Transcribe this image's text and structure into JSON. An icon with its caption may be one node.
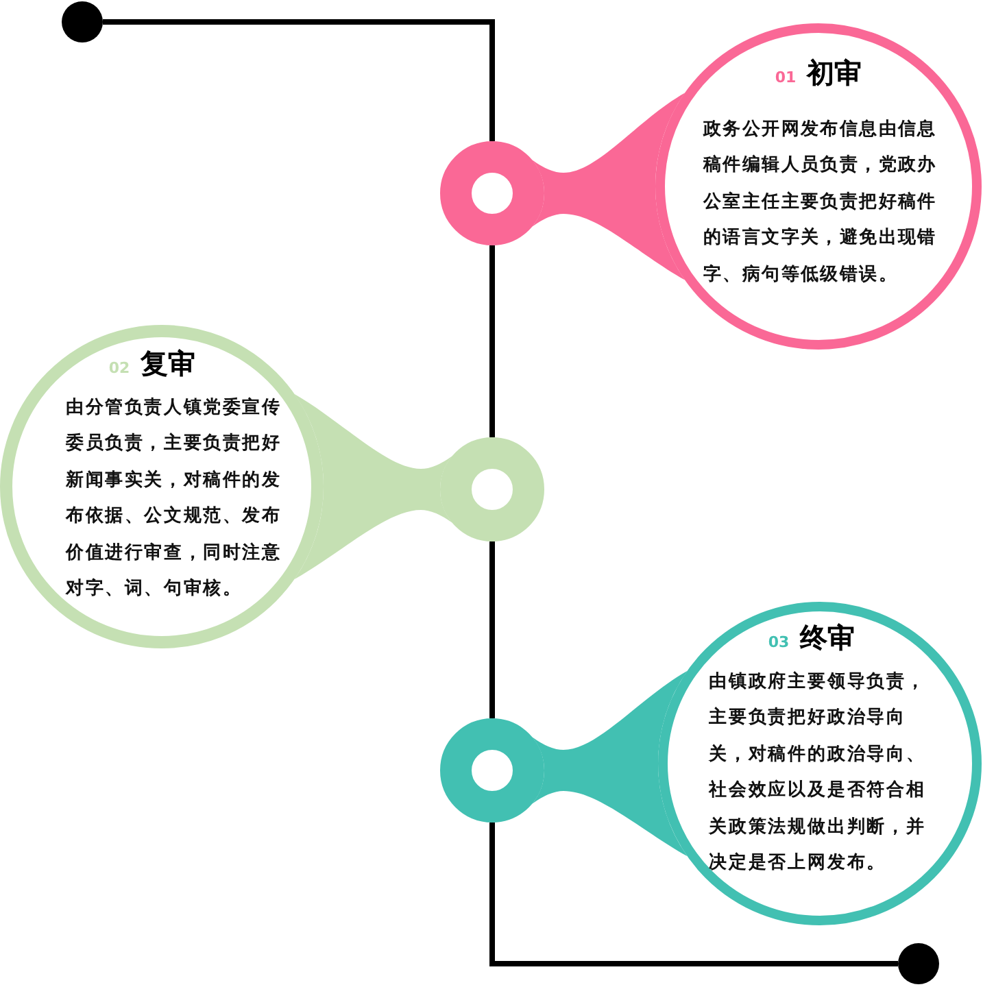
{
  "diagram": {
    "nodes": [
      {
        "text": [],
        "shape": "circle"
      },
      {
        "text": [],
        "shape": "circle"
      },
      {
        "text": [
          "01",
          "初审",
          "政务公开网发布信息由信息稿件编辑人员负责，党政办公室主任主要负责把好稿件的语言文字关，避免出现错字、病句等低级错误。"
        ]
      },
      {
        "text": [],
        "shape": "circle"
      },
      {
        "text": [
          "02",
          "复审",
          "由分管负责人镇党委宣传委员负责，主要负责把好新闻事实关，对稿件的发布依据、公文规范、发布价值进行审查，同时注意对字、词、句审核。"
        ]
      },
      {
        "text": [],
        "shape": "circle"
      },
      {
        "text": [
          "03",
          "终审",
          "由镇政府主要领导负责，主要负责把好政治导向关，对稿件的政治导向、社会效应以及是否符合相关政策法规做出判断，并决定是否上网发布。"
        ]
      },
      {
        "text": [],
        "shape": "circle"
      }
    ],
    "edges": [
      {
        "from": 0,
        "to": 1,
        "arrow": "none"
      },
      {
        "from": 1,
        "to": 2,
        "arrow": "none",
        "style": "thick",
        "color": "#fa6896"
      },
      {
        "from": 1,
        "to": 3,
        "arrow": "none"
      },
      {
        "from": 3,
        "to": 4,
        "arrow": "none",
        "style": "thick",
        "color": "#c5e0b3"
      },
      {
        "from": 3,
        "to": 5,
        "arrow": "none"
      },
      {
        "from": 5,
        "to": 6,
        "arrow": "none",
        "style": "thick",
        "color": "#42c0b2"
      },
      {
        "from": 5,
        "to": 7,
        "arrow": "none"
      }
    ]
  }
}
